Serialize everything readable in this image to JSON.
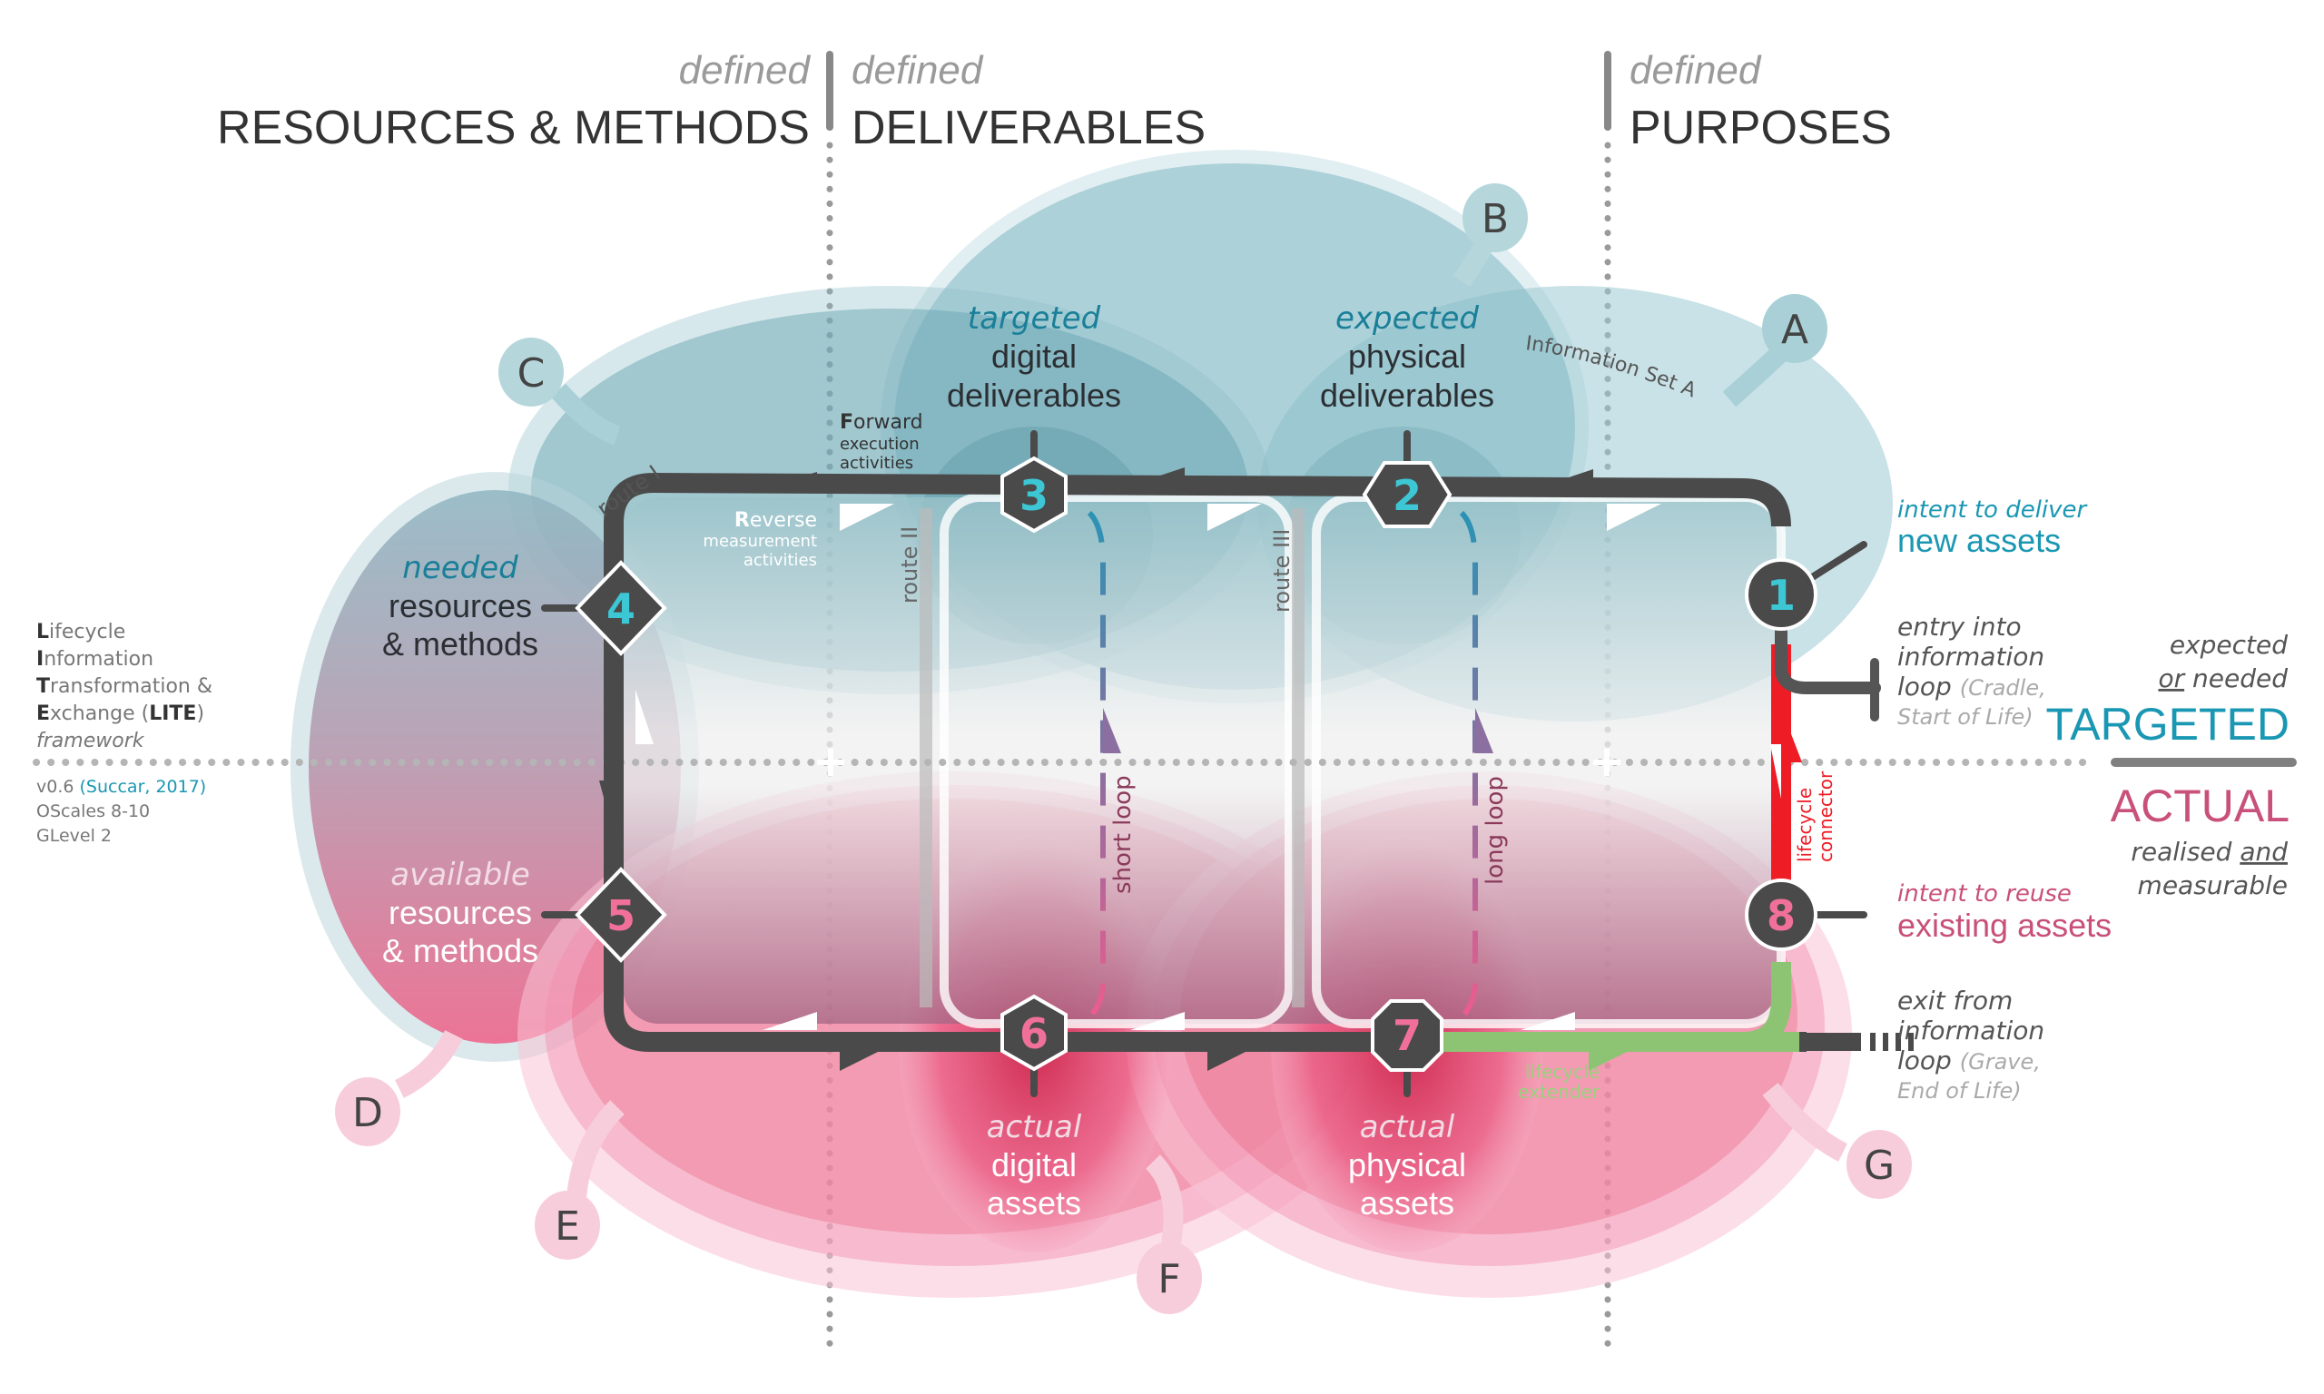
{
  "headers": {
    "resources": {
      "qualifier": "defined",
      "title": "RESOURCES & METHODS"
    },
    "deliverables": {
      "qualifier": "defined",
      "title": "DELIVERABLES"
    },
    "purposes": {
      "qualifier": "defined",
      "title": "PURPOSES"
    }
  },
  "framework": {
    "lines": [
      {
        "initial": "L",
        "rest": "ifecycle"
      },
      {
        "initial": "I",
        "rest": "nformation"
      },
      {
        "initial": "T",
        "rest": "ransformation &"
      },
      {
        "initial": "E",
        "rest": "xchange (",
        "bold": "LITE",
        "tail": ")"
      }
    ],
    "subtitle": "framework",
    "version": "v0.6",
    "citation": "(Succar, 2017)",
    "oscales": "OScales 8-10",
    "glevel": "GLevel 2"
  },
  "states": {
    "targeted": {
      "line1": "expected",
      "line2_underlined": "or",
      "line2_rest": " needed",
      "title": "TARGETED"
    },
    "actual": {
      "title": "ACTUAL",
      "line1_a": "realised ",
      "line1_underlined": "and",
      "line2": "measurable"
    }
  },
  "bubbles": {
    "A": "A",
    "B": "B",
    "C": "C",
    "D": "D",
    "E": "E",
    "F": "F",
    "G": "G",
    "info_set": "Information Set A"
  },
  "nodes": {
    "n1": "1",
    "n2": "2",
    "n3": "3",
    "n4": "4",
    "n5": "5",
    "n6": "6",
    "n7": "7",
    "n8": "8"
  },
  "labels": {
    "needed": {
      "qualifier": "needed",
      "line1": "resources",
      "line2": "& methods"
    },
    "available": {
      "qualifier": "available",
      "line1": "resources",
      "line2": "& methods"
    },
    "targeted_digital": {
      "qualifier": "targeted",
      "line1": "digital",
      "line2": "deliverables"
    },
    "expected_physical": {
      "qualifier": "expected",
      "line1": "physical",
      "line2": "deliverables"
    },
    "actual_digital": {
      "qualifier": "actual",
      "line1": "digital",
      "line2": "assets"
    },
    "actual_physical": {
      "qualifier": "actual",
      "line1": "physical",
      "line2": "assets"
    },
    "new_assets": {
      "qualifier": "intent to deliver",
      "title": "new assets"
    },
    "existing_assets": {
      "qualifier": "intent to reuse",
      "title": "existing assets"
    },
    "entry": {
      "line1": "entry into",
      "line2": "information",
      "line3": "loop",
      "note1": "(Cradle,",
      "note2": "Start of Life)"
    },
    "exit": {
      "line1": "exit from",
      "line2": "information",
      "line3": "loop",
      "note1": "(Grave,",
      "note2": "End of Life)"
    },
    "forward": {
      "initial": "F",
      "rest": "orward",
      "line2": "execution",
      "line3": "activities"
    },
    "reverse": {
      "initial": "R",
      "rest": "everse",
      "line2": "measurement",
      "line3": "activities"
    },
    "route1": "route I",
    "route2": "route II",
    "route3": "route III",
    "short_loop": "short loop",
    "long_loop": "long loop",
    "connector": {
      "line1": "lifecycle",
      "line2": "connector"
    },
    "extender": {
      "line1": "lifecycle",
      "line2": "extender"
    }
  },
  "colors": {
    "teal": "#1a97b3",
    "pink": "#c8507a",
    "node_teal": "#3dc6d4",
    "node_pink": "#f0709a",
    "track": "#4a4a4a",
    "connector_red": "#ee1c25",
    "extender_green": "#8cc474"
  }
}
